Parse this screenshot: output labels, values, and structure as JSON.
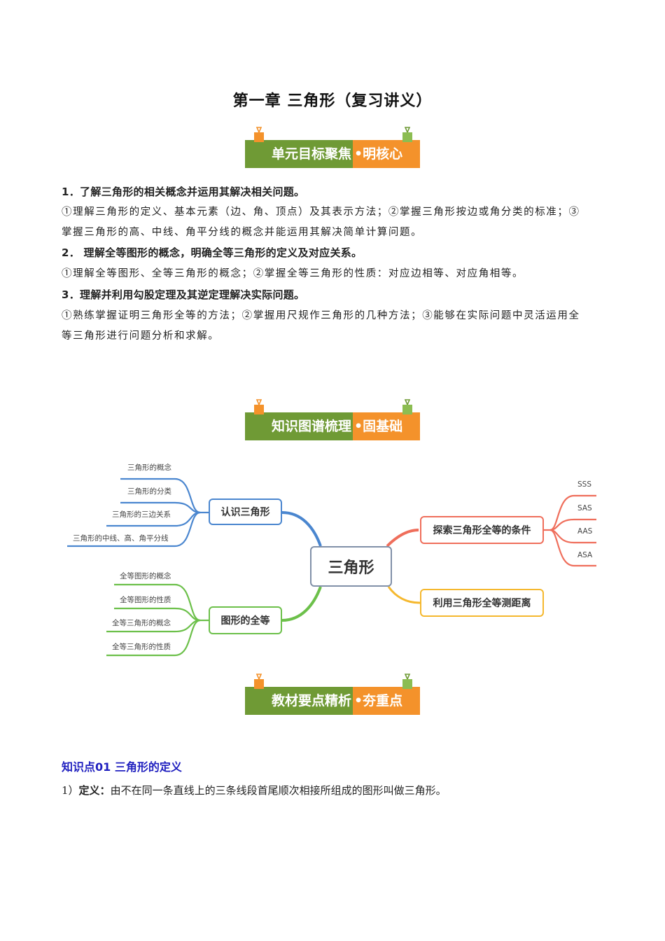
{
  "document": {
    "title": "第一章 三角形（复习讲义）"
  },
  "banners": [
    {
      "main": "单元目标聚焦",
      "sub": "•明核心"
    },
    {
      "main": "知识图谱梳理",
      "sub": "•固基础"
    },
    {
      "main": "教材要点精析",
      "sub": "•夯重点"
    }
  ],
  "colors": {
    "banner_green": "#6f9a35",
    "banner_orange": "#f4922b",
    "blue_branch": "#4a86cf",
    "green_branch": "#6cc04a",
    "red_branch": "#ef6e5b",
    "yellow_branch": "#f5b82e",
    "center_border": "#8190a8",
    "kp_title": "#1f1fbf"
  },
  "objectives": [
    {
      "heading": "1．了解三角形的相关概念并运用其解决相关问题。",
      "lines": [
        "①理解三角形的定义、基本元素（边、角、顶点）及其表示方法；②掌握三角形按边或角分类的标准；③",
        "掌握三角形的高、中线、角平分线的概念并能运用其解决简单计算问题。"
      ]
    },
    {
      "heading": "2．  理解全等图形的概念，明确全等三角形的定义及对应关系。",
      "lines": [
        "①理解全等图形、全等三角形的概念；②掌握全等三角形的性质：对应边相等、对应角相等。"
      ]
    },
    {
      "heading": "3．理解并利用勾股定理及其逆定理解决实际问题。",
      "lines": [
        "①熟练掌握证明三角形全等的方法；②掌握用尺规作三角形的几种方法；③能够在实际问题中灵活运用全",
        "等三角形进行问题分析和求解。"
      ]
    }
  ],
  "mindmap": {
    "center": "三角形",
    "branches": [
      {
        "label": "认识三角形",
        "children": [
          "三角形的概念",
          "三角形的分类",
          "三角形的三边关系",
          "三角形的中线、高、角平分线"
        ]
      },
      {
        "label": "图形的全等",
        "children": [
          "全等图形的概念",
          "全等图形的性质",
          "全等三角形的概念",
          "全等三角形的性质"
        ]
      },
      {
        "label": "探索三角形全等的条件",
        "children": [
          "SSS",
          "SAS",
          "AAS",
          "ASA"
        ]
      },
      {
        "label": "利用三角形全等测距离",
        "children": []
      }
    ]
  },
  "knowledge_point": {
    "title": "知识点01  三角形的定义",
    "definition_prefix": "1）",
    "definition_label": "定义：",
    "definition_text": "由不在同一条直线上的三条线段首尾顺次相接所组成的图形叫做三角形。"
  }
}
